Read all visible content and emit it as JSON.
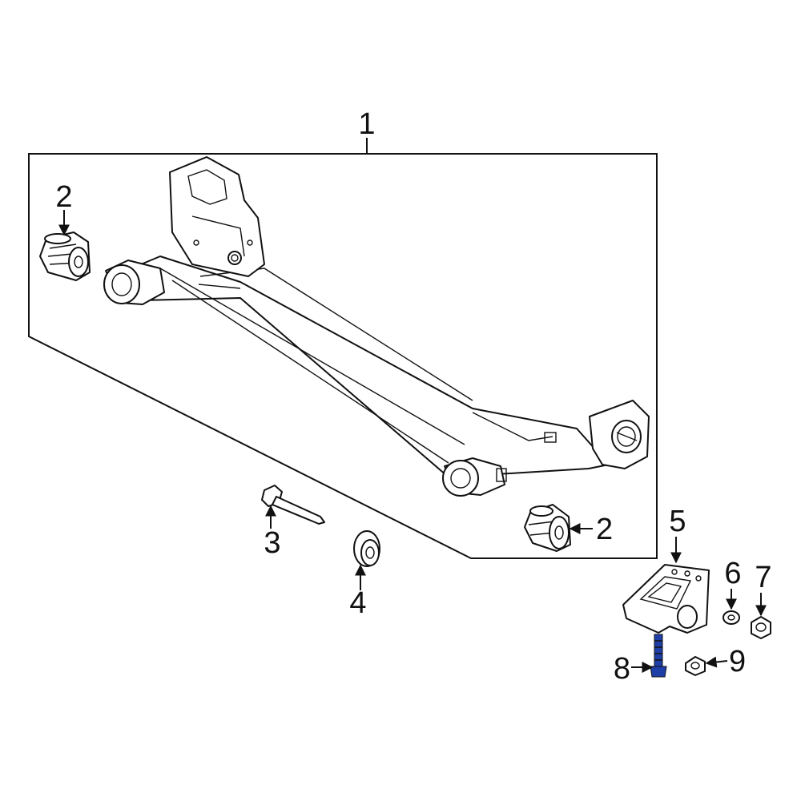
{
  "diagram": {
    "highlight_color": "#1f3fa8",
    "line_color": "#111111",
    "callouts": [
      {
        "id": "c1",
        "label": "1"
      },
      {
        "id": "c2a",
        "label": "2"
      },
      {
        "id": "c2b",
        "label": "2"
      },
      {
        "id": "c3",
        "label": "3"
      },
      {
        "id": "c4",
        "label": "4"
      },
      {
        "id": "c5",
        "label": "5"
      },
      {
        "id": "c6",
        "label": "6"
      },
      {
        "id": "c7",
        "label": "7"
      },
      {
        "id": "c8",
        "label": "8"
      },
      {
        "id": "c9",
        "label": "9"
      }
    ]
  }
}
